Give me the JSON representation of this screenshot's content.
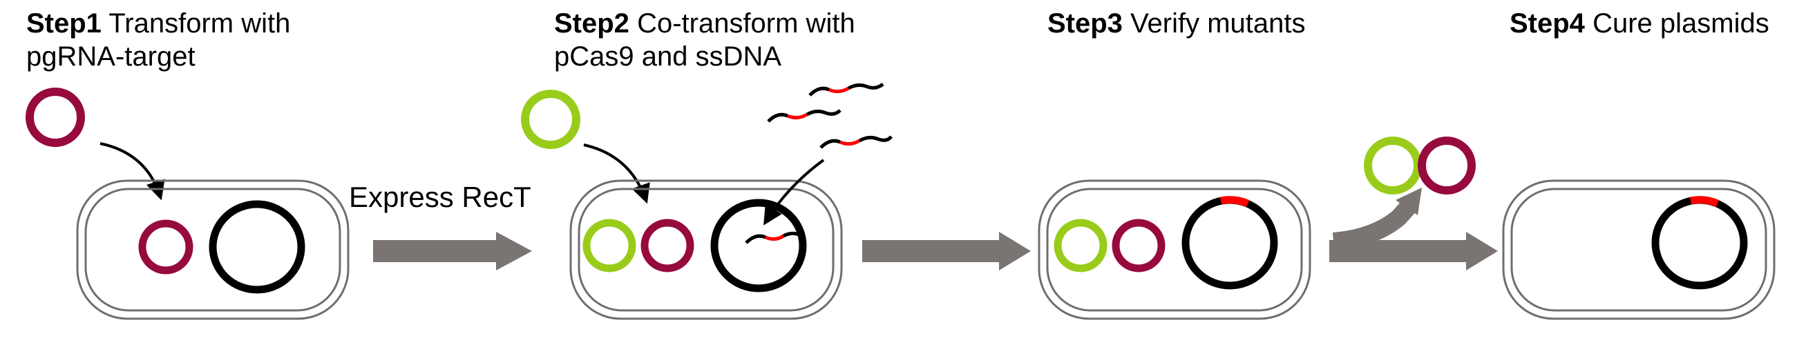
{
  "steps": [
    {
      "label": "Step1",
      "description_line1": "Transform with",
      "description_line2": "pgRNA-target"
    },
    {
      "label": "Step2",
      "description_line1": "Co-transform with",
      "description_line2": "pCas9 and ssDNA"
    },
    {
      "label": "Step3",
      "description_line1": "Verify mutants"
    },
    {
      "label": "Step4",
      "description_line1": "Cure plasmids"
    }
  ],
  "arrow_label": "Express RecT",
  "colors": {
    "pgRNA_plasmid": "#970a3e",
    "pCas9_plasmid": "#99cc1a",
    "genome": "#000000",
    "mutation": "#ff0000",
    "arrow": "#7a7472",
    "cell_wall": "#6e6e6e"
  }
}
